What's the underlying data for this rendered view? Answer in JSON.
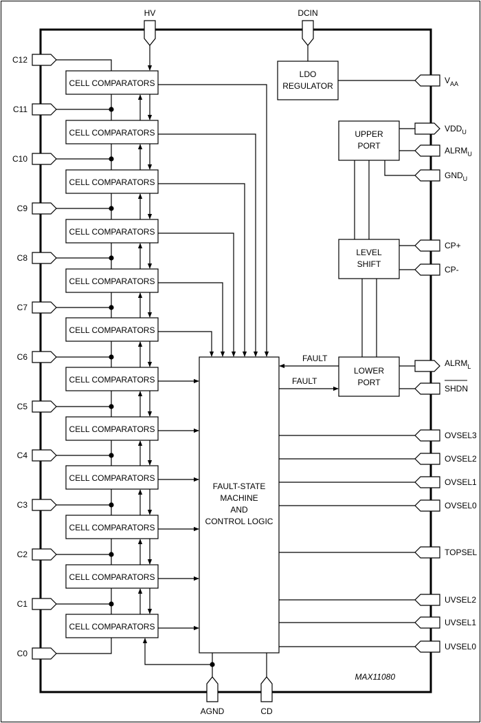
{
  "diagram": {
    "chip_part_number": "MAX11080",
    "top_pins": {
      "hv": "HV",
      "dcin": "DCIN"
    },
    "bottom_pins": {
      "agnd": "AGND",
      "cd": "CD"
    },
    "cell_pins": [
      "C12",
      "C11",
      "C10",
      "C9",
      "C8",
      "C7",
      "C6",
      "C5",
      "C4",
      "C3",
      "C2",
      "C1",
      "C0"
    ],
    "cell_block_label": "CELL COMPARATORS",
    "ldo": {
      "line1": "LDO",
      "line2": "REGULATOR"
    },
    "upper_port": {
      "line1": "UPPER",
      "line2": "PORT"
    },
    "level_shift": {
      "line1": "LEVEL",
      "line2": "SHIFT"
    },
    "lower_port": {
      "line1": "LOWER",
      "line2": "PORT"
    },
    "fsm": {
      "line1": "FAULT-STATE",
      "line2": "MACHINE",
      "line3": "AND",
      "line4": "CONTROL LOGIC"
    },
    "fault_labels": {
      "to_fsm": "FAULT",
      "to_lower": "FAULT"
    },
    "right_pins": {
      "vaa": {
        "base": "V",
        "sub": "AA"
      },
      "vddu": {
        "base": "VDD",
        "sub": "U"
      },
      "alrmu": {
        "base": "ALRM",
        "sub": "U"
      },
      "gndu": {
        "base": "GND",
        "sub": "U"
      },
      "cp_plus": "CP+",
      "cp_minus": "CP-",
      "alrml": {
        "base": "ALRM",
        "sub": "L"
      },
      "shdn": "SHDN",
      "ovsel3": "OVSEL3",
      "ovsel2": "OVSEL2",
      "ovsel1": "OVSEL1",
      "ovsel0": "OVSEL0",
      "topsel": "TOPSEL",
      "uvsel2": "UVSEL2",
      "uvsel1": "UVSEL1",
      "uvsel0": "UVSEL0"
    }
  }
}
